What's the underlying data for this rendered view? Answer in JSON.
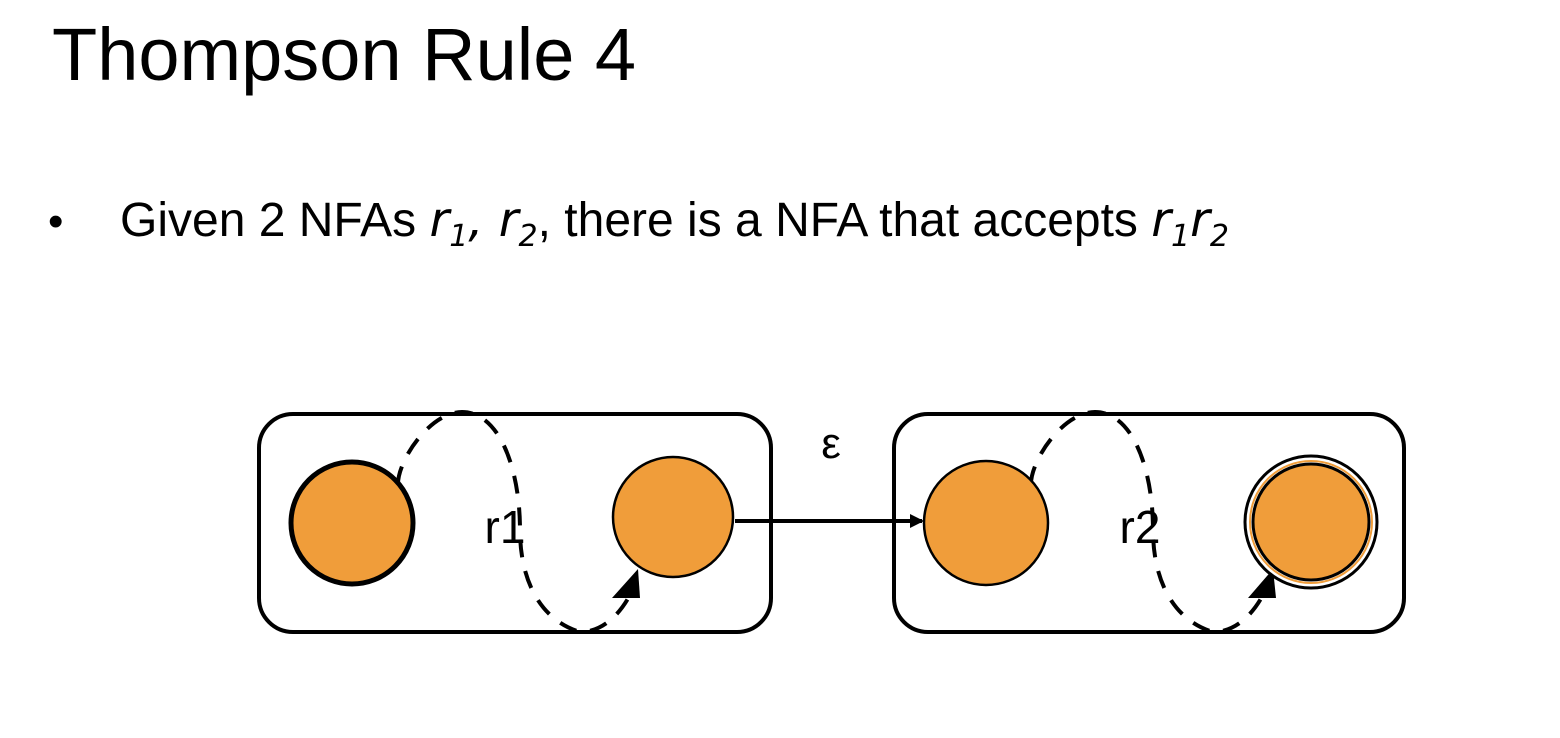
{
  "slide": {
    "title": "Thompson Rule 4",
    "bullet": {
      "marker": "•",
      "lead": "Given 2 NFAs ",
      "r1_var": "r",
      "r1_sub": "1",
      "sep": ", ",
      "r2_var": "r",
      "r2_sub": "2",
      "rest": ", there is a NFA that accepts ",
      "concat_r1_var": "r",
      "concat_r1_sub": "1",
      "concat_r2_var": "r",
      "concat_r2_sub": "2"
    }
  },
  "diagram": {
    "nfa1_label": "r1",
    "nfa2_label": "r2",
    "epsilon_label": "ε",
    "colors": {
      "state_fill": "#F09D3A",
      "stroke": "#000000",
      "accept_inner_ring": "#F09D3A"
    }
  }
}
